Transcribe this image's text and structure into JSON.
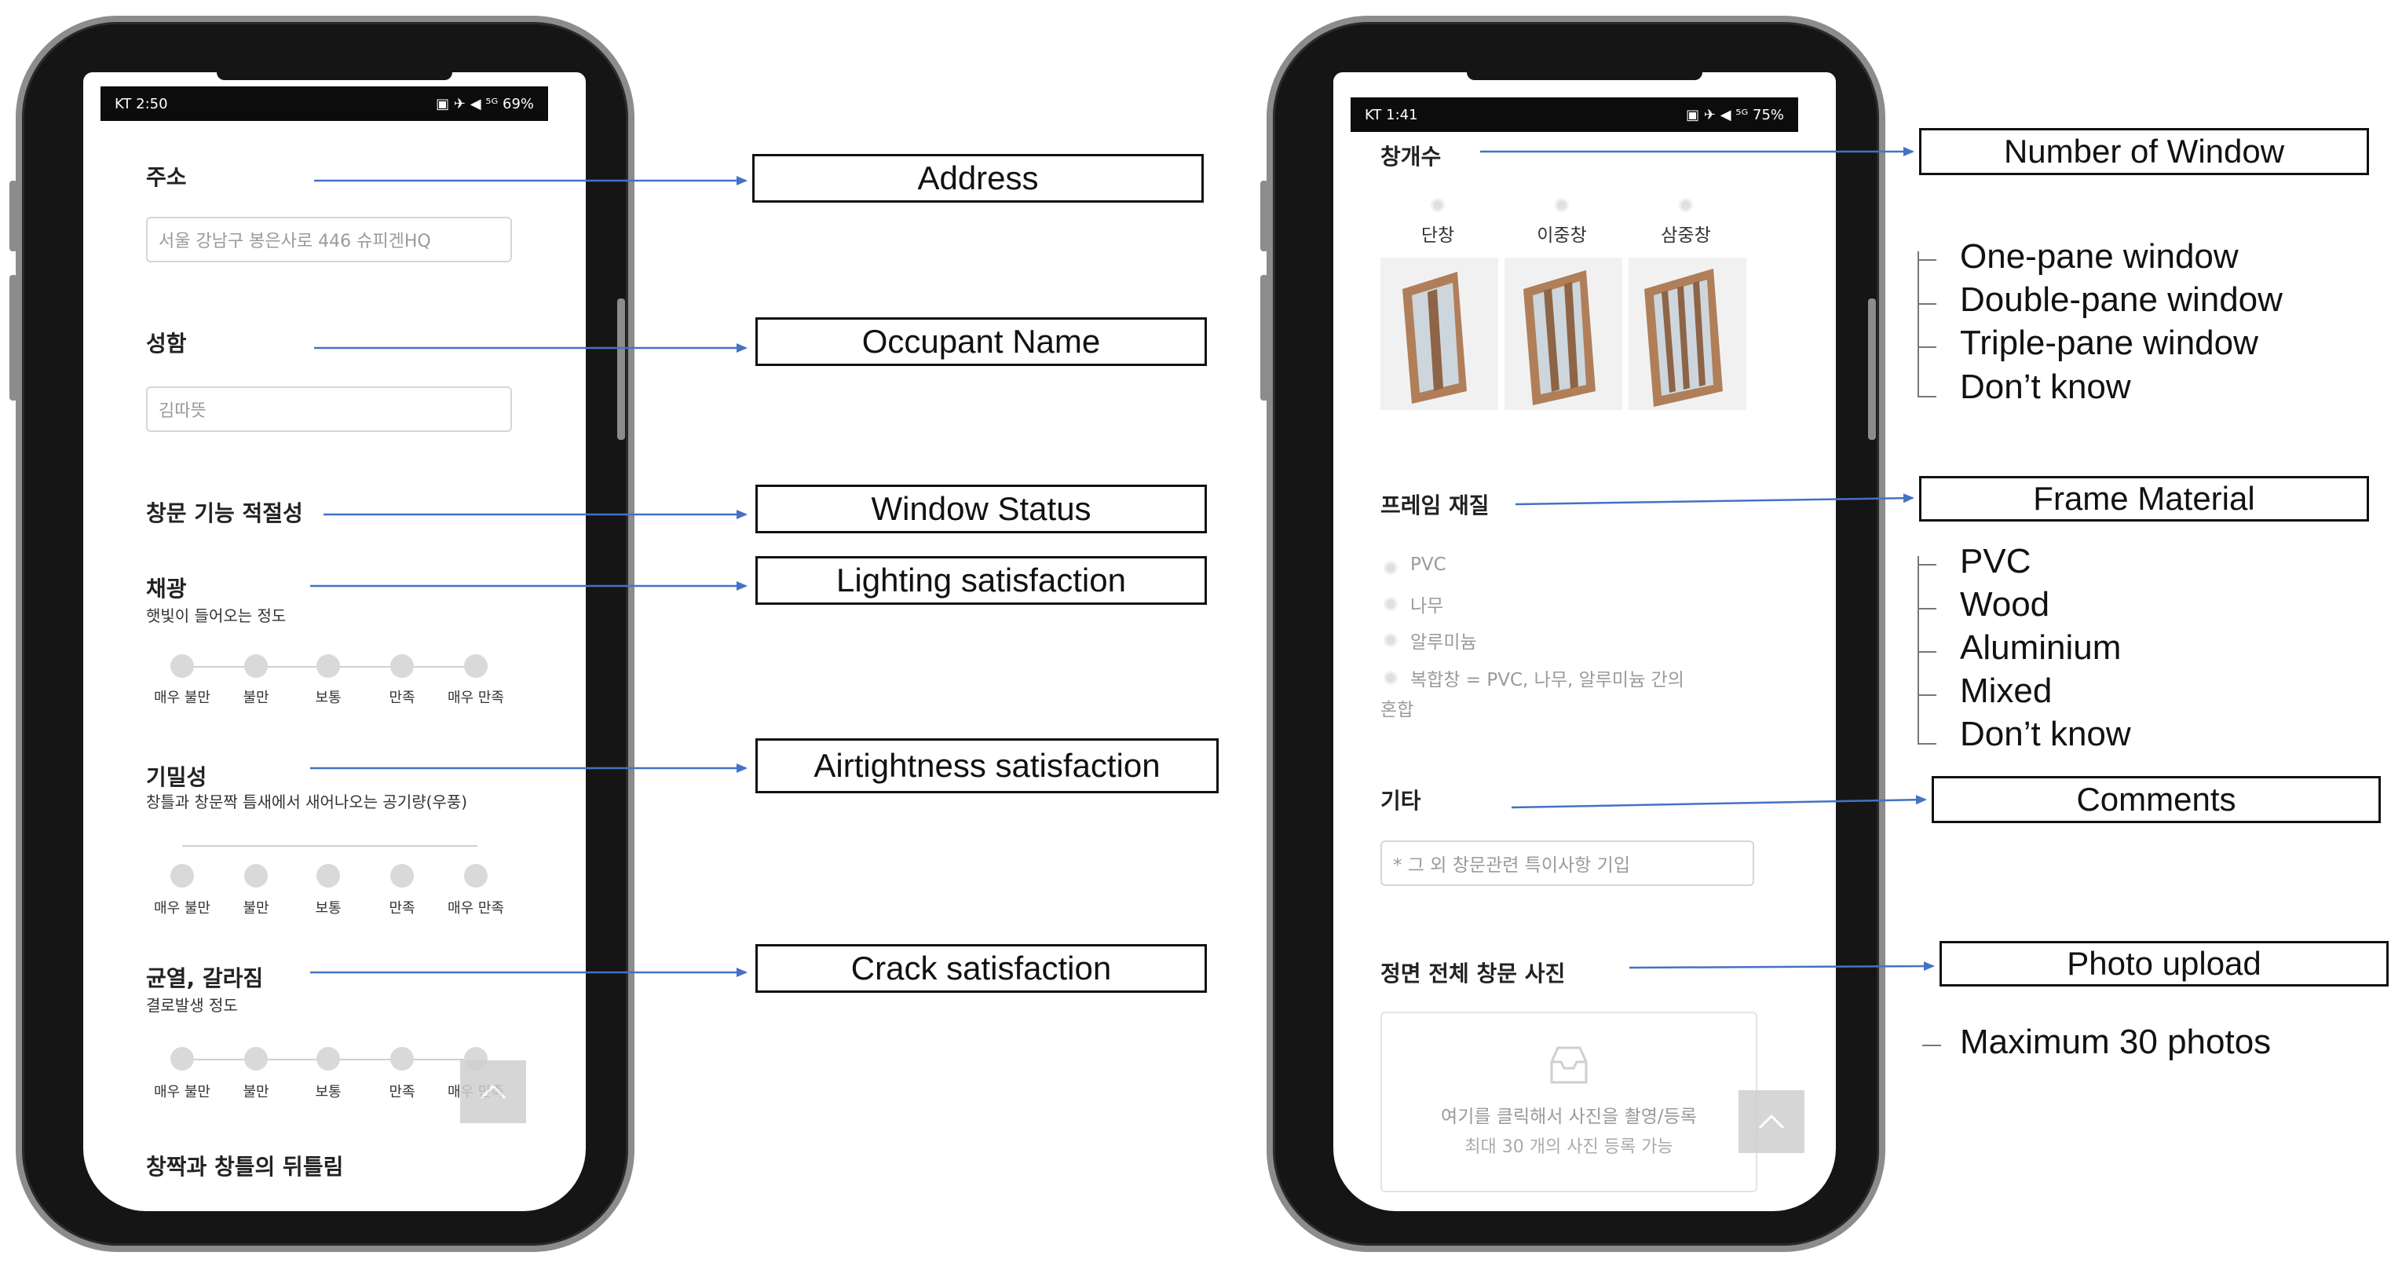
{
  "left_phone": {
    "status": {
      "carrier_time": "KT 2:50",
      "indicators": "▣ ✈ ◀ ⁵ᴳ 69%"
    },
    "address": {
      "title": "주소",
      "value": "서울 강남구 봉은사로 446 슈피겐HQ"
    },
    "name": {
      "title": "성함",
      "value": "김따뜻"
    },
    "section_title": "창문 기능 적절성",
    "lighting": {
      "title": "채광",
      "desc": "햇빛이 들어오는 정도"
    },
    "airtight": {
      "title": "기밀성",
      "desc": "창틀과 창문짝 틈새에서 새어나오는 공기량(우풍)"
    },
    "crack": {
      "title": "균열, 갈라짐",
      "desc": "결로발생 정도"
    },
    "twist": {
      "title": "창짝과 창틀의 뒤틀림"
    },
    "scale_labels": [
      "매우 불만",
      "불만",
      "보통",
      "만족",
      "매우 만족"
    ]
  },
  "right_phone": {
    "status": {
      "carrier_time": "KT 1:41",
      "indicators": "▣ ✈ ◀ ⁵ᴳ 75%"
    },
    "window_count": {
      "title": "창개수",
      "options": [
        "단창",
        "이중창",
        "삼중창"
      ]
    },
    "frame": {
      "title": "프레임 재질",
      "options": [
        "PVC",
        "나무",
        "알루미늄",
        "복합창 = PVC, 나무, 알루미늄 간의",
        "혼합"
      ]
    },
    "etc": {
      "title": "기타",
      "placeholder": "* 그 외 창문관련 특이사항 기입"
    },
    "photo": {
      "title": "정면 전체 창문 사진",
      "line1": "여기를 클릭해서 사진을 촬영/등록",
      "line2": "최대 30 개의 사진 등록 가능"
    }
  },
  "callouts": {
    "address": "Address",
    "name": "Occupant Name",
    "window_status": "Window Status",
    "lighting": "Lighting satisfaction",
    "airtight": "Airtightness satisfaction",
    "crack": "Crack satisfaction",
    "window_number": "Number of Window",
    "frame": "Frame Material",
    "comments": "Comments",
    "photo": "Photo upload"
  },
  "legends": {
    "window_types": [
      "One-pane window",
      "Double-pane window",
      "Triple-pane window",
      "Don’t know"
    ],
    "materials": [
      "PVC",
      "Wood",
      "Aluminium",
      "Mixed",
      "Don’t know"
    ],
    "photo_note": "Maximum 30 photos"
  },
  "colors": {
    "arrow": "#4472c4",
    "frame": "#151515",
    "bezel": "#8c8c8c"
  }
}
